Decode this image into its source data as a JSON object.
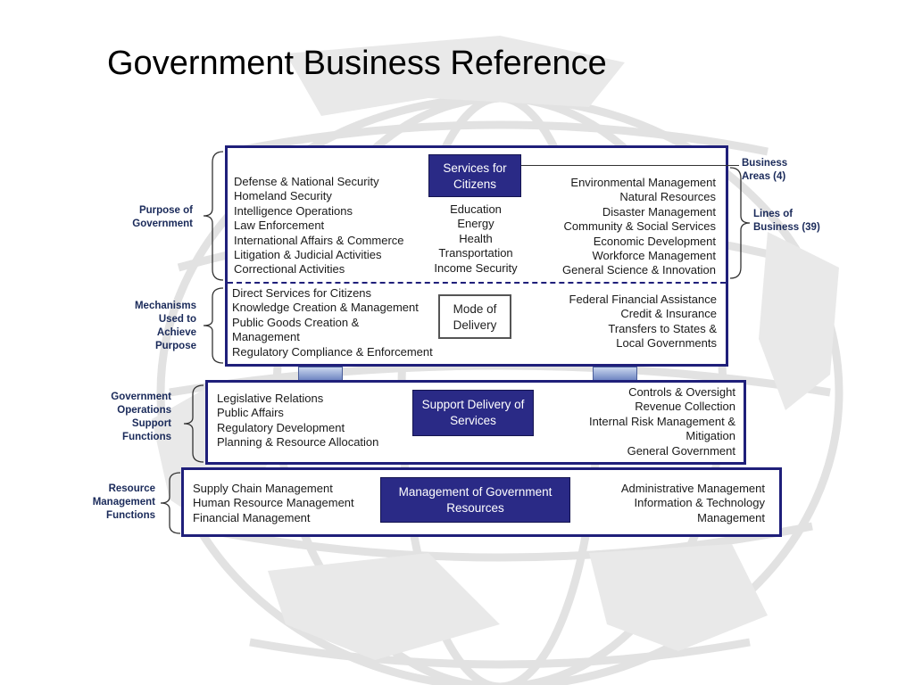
{
  "title": "Government Business Reference",
  "services_box": {
    "header": "Services for Citizens",
    "left_items": [
      "Defense & National Security",
      "Homeland Security",
      "Intelligence Operations",
      "Law Enforcement",
      "International Affairs & Commerce",
      "Litigation & Judicial Activities",
      "Correctional Activities"
    ],
    "center_items": [
      "Education",
      "Energy",
      "Health",
      "Transportation",
      "Income Security"
    ],
    "right_items": [
      "Environmental Management",
      "Natural Resources",
      "Disaster Management",
      "Community & Social Services",
      "Economic Development",
      "Workforce Management",
      "General Science & Innovation"
    ]
  },
  "delivery_box": {
    "header": "Mode of Delivery",
    "left_items": [
      "Direct Services for Citizens",
      "Knowledge Creation & Management",
      "Public Goods Creation &",
      "Management",
      "Regulatory Compliance & Enforcement"
    ],
    "right_items": [
      "Federal Financial Assistance",
      "Credit & Insurance",
      "Transfers to States &",
      "Local Governments"
    ]
  },
  "support_box": {
    "header": "Support Delivery of Services",
    "left_items": [
      "Legislative Relations",
      "Public Affairs",
      "Regulatory Development",
      "Planning & Resource Allocation"
    ],
    "right_items": [
      "Controls & Oversight",
      "Revenue Collection",
      "Internal Risk Management &",
      "Mitigation",
      "General Government"
    ]
  },
  "resources_box": {
    "header": "Management of Government Resources",
    "left_items": [
      "Supply Chain Management",
      "Human Resource Management",
      "Financial Management"
    ],
    "right_items": [
      "Administrative Management",
      "Information & Technology",
      "Management"
    ]
  },
  "side_labels": {
    "purpose": "Purpose of Government",
    "mechanisms": "Mechanisms Used to Achieve Purpose",
    "operations": "Government Operations Support Functions",
    "resource": "Resource Management Functions",
    "business_areas": "Business Areas (4)",
    "lines_of_business": "Lines of Business (39)"
  },
  "colors": {
    "navy": "#2a2a86",
    "border": "#1f1f7a",
    "globe": "#e4e4e4"
  }
}
